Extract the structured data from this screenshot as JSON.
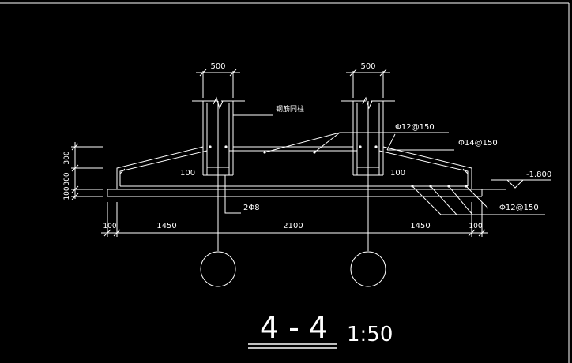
{
  "drawing": {
    "section_mark": "4 - 4",
    "scale": "1:50",
    "column_label": "钢筋同柱",
    "elevation": "-1.800",
    "column_width_left": "500",
    "column_width_right": "500",
    "rebar_top_center": "Φ12@150",
    "rebar_top_right": "Φ14@150",
    "rebar_bottom": "Φ12@150",
    "tie_bar": "2Φ8",
    "offset_left": "100",
    "offset_right": "100",
    "dims_bottom": [
      "100",
      "1450",
      "2100",
      "1450",
      "100"
    ],
    "dims_left": [
      "300",
      "300",
      "100"
    ],
    "colors": {
      "background": "#000000",
      "lines": "#ffffff"
    }
  }
}
